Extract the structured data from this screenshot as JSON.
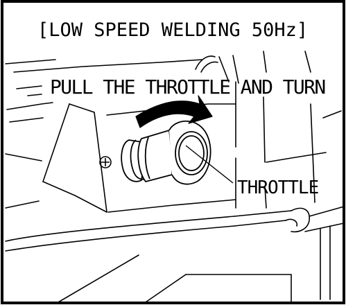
{
  "title": "[LOW SPEED WELDING 50Hz]",
  "instruction": "PULL THE THROTTLE AND TURN",
  "callout": "THROTTLE",
  "colors": {
    "ink": "#000000",
    "background": "#ffffff"
  },
  "icons": {
    "turn_arrow": "curved-arrow-icon",
    "screw": "screw-icon"
  }
}
